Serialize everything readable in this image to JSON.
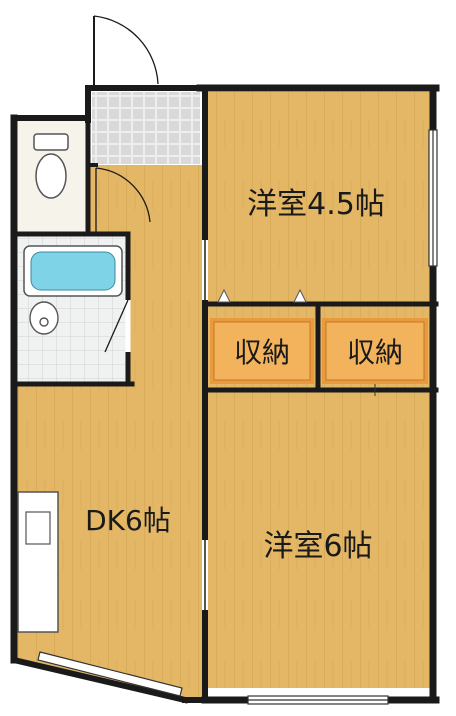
{
  "rooms": {
    "western_small": "洋室4.5帖",
    "western_large": "洋室6帖",
    "dining_kitchen": "DK6帖",
    "storage_left": "収納",
    "storage_right": "収納"
  },
  "colors": {
    "wall": "#1a1a1a",
    "floor": "#e3b766",
    "floor_grain": "#c99a45",
    "storage_fill": "#e89a3c",
    "storage_inner": "#f2b35c",
    "bath_tile": "#e9ebeb",
    "tub": "#7fd3e6",
    "entry_tile": "#b8b8b8",
    "toilet_room": "#f6f3ea"
  }
}
